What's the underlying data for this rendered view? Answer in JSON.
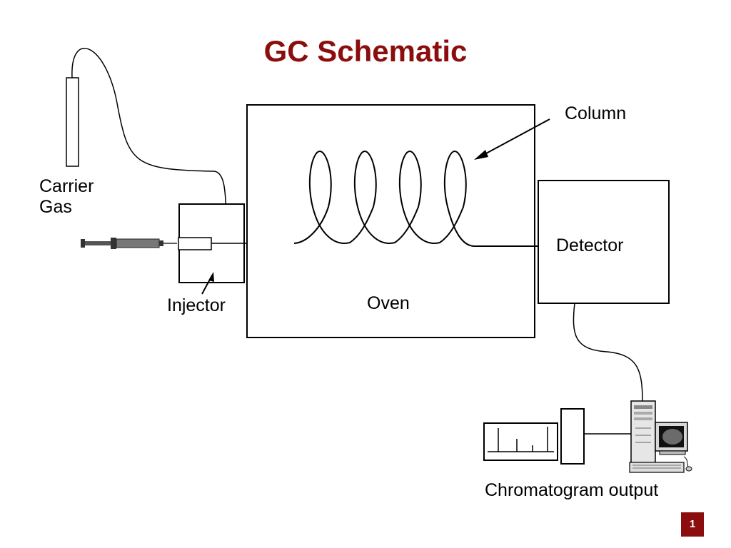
{
  "slide": {
    "title": "GC Schematic",
    "page_number": "1",
    "accent_color": "#8b0d0d"
  },
  "labels": {
    "carrier_gas_line1": "Carrier",
    "carrier_gas_line2": "Gas",
    "injector": "Injector",
    "oven": "Oven",
    "column": "Column",
    "detector": "Detector",
    "chromatogram": "Chromatogram output"
  },
  "icons": {
    "syringe": "syringe-icon",
    "computer": "computer-icon",
    "recorder": "chart-recorder-icon"
  }
}
